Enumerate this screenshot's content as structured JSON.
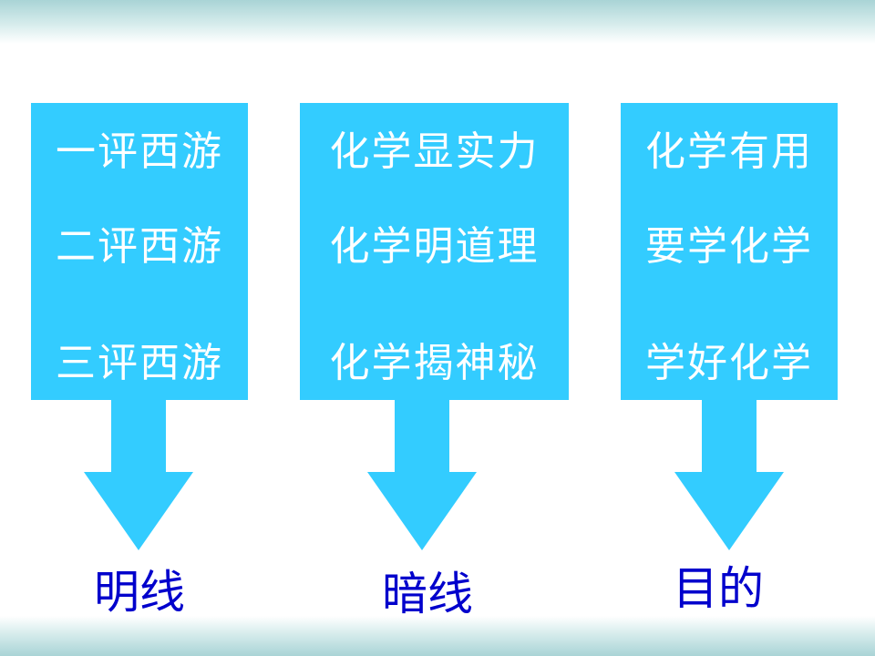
{
  "columns": [
    {
      "lines": [
        "一评西游",
        "二评西游",
        "三评西游"
      ],
      "caption": "明线"
    },
    {
      "lines": [
        "化学显实力",
        "化学明道理",
        "化学揭神秘"
      ],
      "caption": "暗线"
    },
    {
      "lines": [
        "化学有用",
        "要学化学",
        "学好化学"
      ],
      "caption": "目的"
    }
  ],
  "colors": {
    "box": "#33ccff",
    "arrow": "#33ccff",
    "box_text": "#ffffff",
    "caption_text": "#0000cc",
    "band": "#a9d4d6"
  }
}
